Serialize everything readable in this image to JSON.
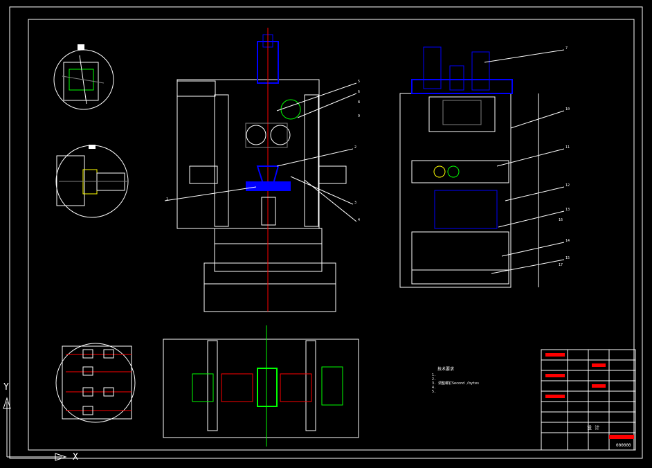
{
  "colors": {
    "background": "#000000",
    "frame": "#ffffff",
    "part": "#0000ff",
    "dimension": "#ff0000",
    "green": "#00ff00",
    "yellow": "#ffff00",
    "gray": "#808080",
    "cyan": "#00ffff"
  },
  "ucs": {
    "y_label": "Y",
    "x_label": "X"
  },
  "notes": {
    "title": "技术要求",
    "items": [
      "1.",
      "2.",
      "3. 调整螺钉Second /bytes",
      "4.",
      "5."
    ]
  },
  "callouts": [
    "7",
    "10",
    "11",
    "12",
    "13",
    "14",
    "15",
    "16",
    "17",
    "1",
    "2",
    "3",
    "4",
    "5",
    "6",
    "8",
    "9"
  ],
  "title_block": {
    "name": "设 计",
    "code": "000000"
  },
  "icons": [
    "ucs-axis-icon",
    "detail-circle-icon"
  ]
}
